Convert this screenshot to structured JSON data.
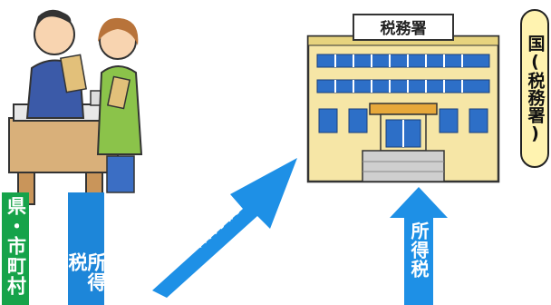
{
  "colors": {
    "green_label": "#16a34a",
    "blue_label": "#1d86d9",
    "arrow_blue": "#1e90e6",
    "building": "#f6e6a6",
    "window_blue": "#2d6fc7",
    "badge_fill": "#fff3b0"
  },
  "labels": {
    "building_sign": "税務署",
    "national_badge": "国(税務署)",
    "prefecture_city": "県・市町村",
    "income_tax_left": "所得税",
    "income_tax_arrow": "所得税",
    "income_tax_up": "所得税"
  }
}
